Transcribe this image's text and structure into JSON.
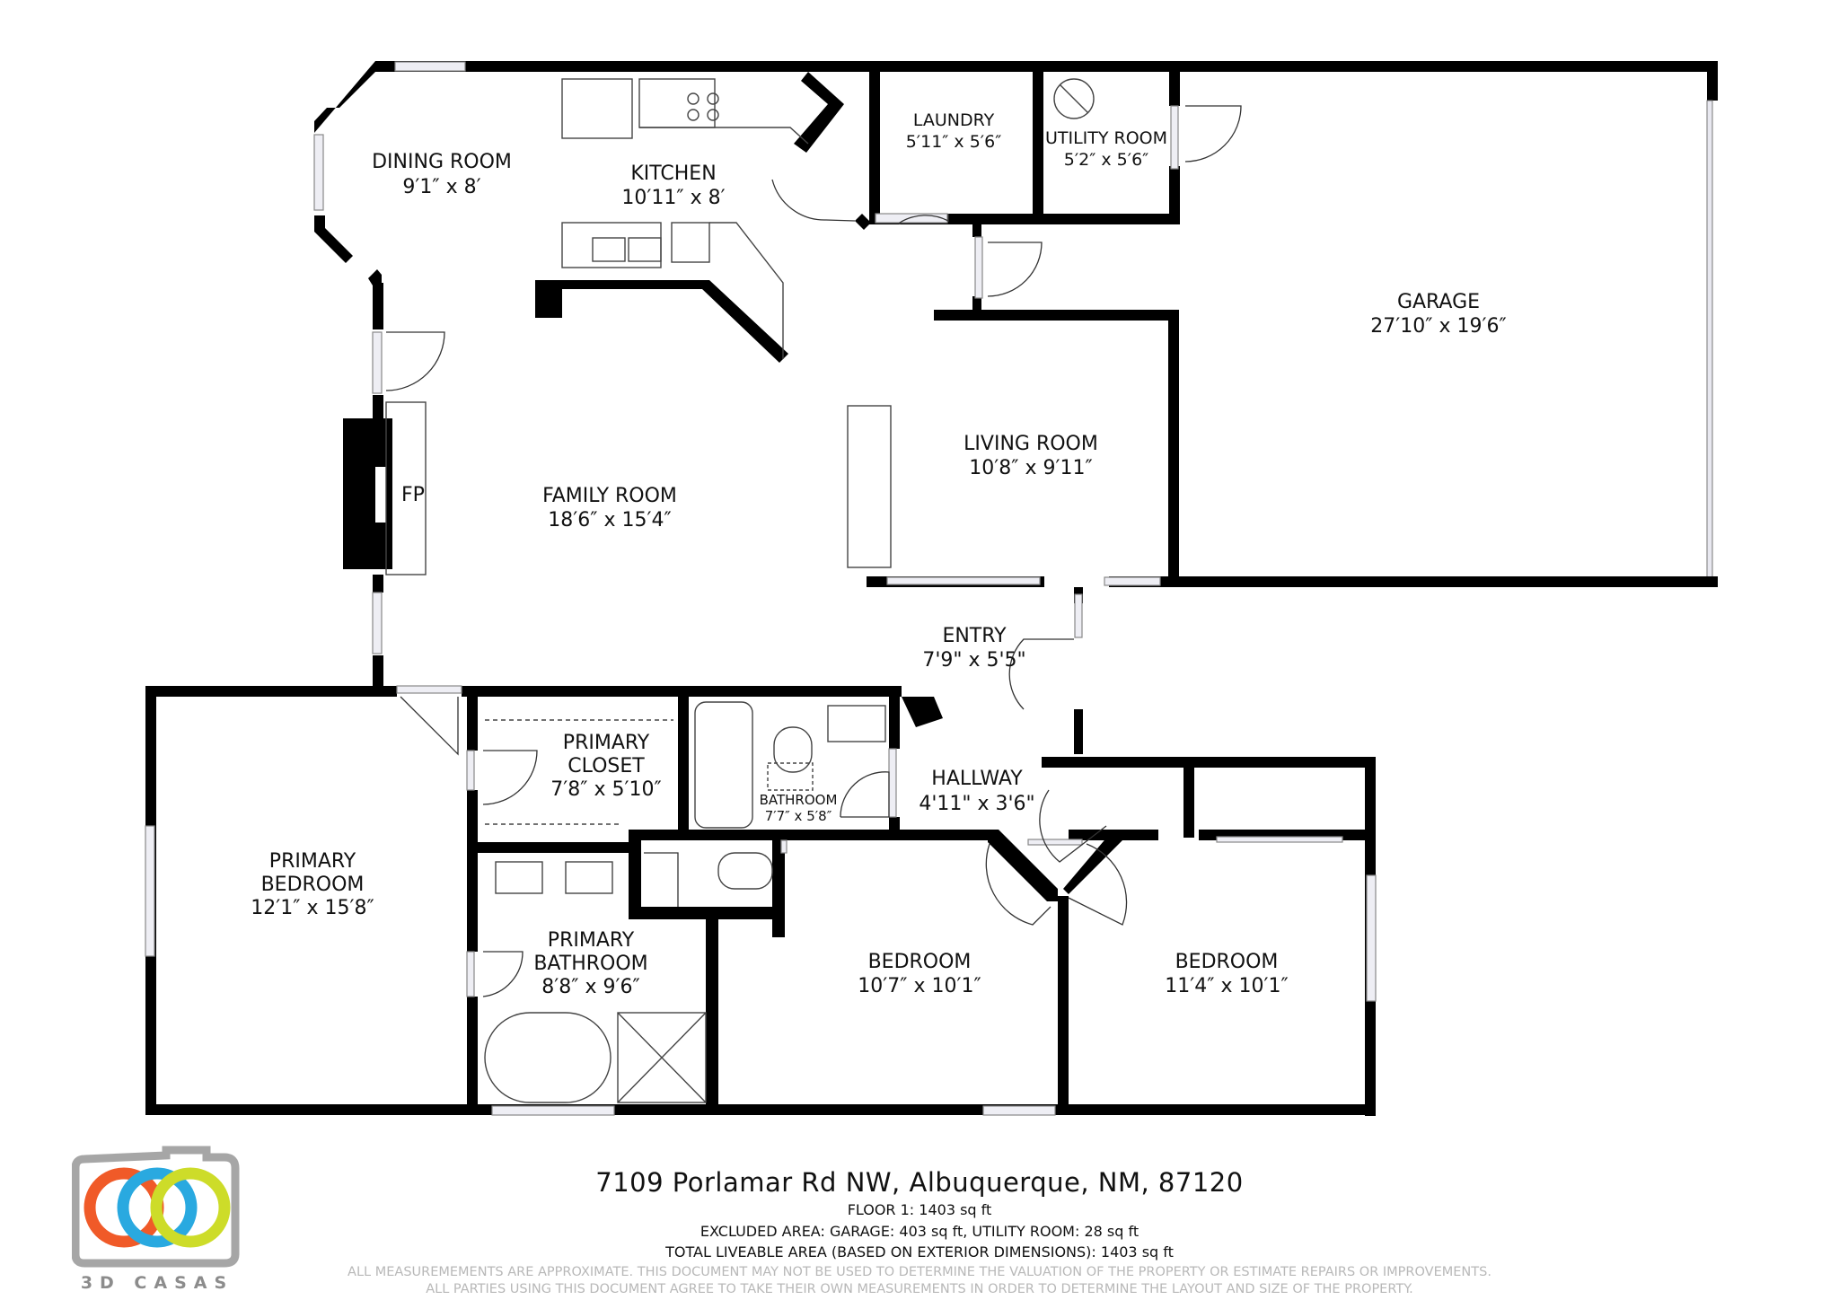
{
  "floorplan": {
    "rooms": [
      {
        "id": "dining-room",
        "name": "DINING ROOM",
        "dims": "9′1″ x 8′"
      },
      {
        "id": "kitchen",
        "name": "KITCHEN",
        "dims": "10′11″ x 8′"
      },
      {
        "id": "laundry",
        "name": "LAUNDRY",
        "dims": "5′11″ x 5′6″"
      },
      {
        "id": "utility-room",
        "name": "UTILITY ROOM",
        "dims": "5′2″ x 5′6″"
      },
      {
        "id": "garage",
        "name": "GARAGE",
        "dims": "27′10″ x 19′6″"
      },
      {
        "id": "family-room",
        "name": "FAMILY ROOM",
        "dims": "18′6″ x 15′4″"
      },
      {
        "id": "living-room",
        "name": "LIVING ROOM",
        "dims": "10′8″ x 9′11″"
      },
      {
        "id": "entry",
        "name": "ENTRY",
        "dims": "7'9\" x 5'5\""
      },
      {
        "id": "hallway",
        "name": "HALLWAY",
        "dims": "4'11\" x 3'6\""
      },
      {
        "id": "primary-closet",
        "name_line1": "PRIMARY",
        "name_line2": "CLOSET",
        "dims": "7′8″ x 5′10″"
      },
      {
        "id": "bathroom",
        "name": "BATHROOM",
        "dims": "7′7″ x 5′8″"
      },
      {
        "id": "primary-bedroom",
        "name_line1": "PRIMARY",
        "name_line2": "BEDROOM",
        "dims": "12′1″ x 15′8″"
      },
      {
        "id": "primary-bathroom",
        "name_line1": "PRIMARY",
        "name_line2": "BATHROOM",
        "dims": "8′8″ x 9′6″"
      },
      {
        "id": "bedroom-2",
        "name": "BEDROOM",
        "dims": "10′7″ x 10′1″"
      },
      {
        "id": "bedroom-3",
        "name": "BEDROOM",
        "dims": "11′4″ x 10′1″"
      }
    ],
    "fireplace_label": "FP"
  },
  "footer": {
    "address": "7109 Porlamar Rd NW, Albuquerque, NM, 87120",
    "floor": "FLOOR 1: 1403 sq ft",
    "excluded": "EXCLUDED AREA: GARAGE: 403 sq ft, UTILITY ROOM: 28 sq ft",
    "total": "TOTAL LIVEABLE AREA (BASED ON EXTERIOR DIMENSIONS): 1403 sq ft",
    "disclaimer1": "ALL MEASUREMEMENTS ARE APPROXIMATE. THIS DOCUMENT MAY NOT BE USED TO DETERMINE THE VALUATION OF THE PROPERTY OR ESTIMATE REPAIRS OR IMPROVEMENTS.",
    "disclaimer2": "ALL PARTIES USING THIS DOCUMENT AGREE TO TAKE THEIR OWN MEASUREMENTS IN ORDER TO DETERMINE THE LAYOUT AND SIZE OF THE PROPERTY."
  },
  "logo": {
    "text": "3D CASAS",
    "colors": {
      "frame": "#a6a6a6",
      "ring1": "#f05a28",
      "ring2": "#29a9e0",
      "ring3": "#cddc29"
    }
  },
  "colors": {
    "wall": "#000000",
    "window": "#e8e8f0",
    "fixture": "#444444"
  }
}
